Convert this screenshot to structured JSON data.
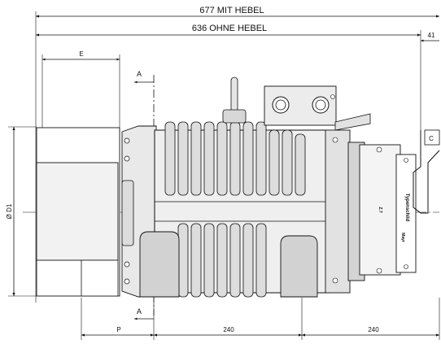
{
  "dimensions": {
    "overall_with_lever": "677 MIT HEBEL",
    "overall_without_lever": "636 OHNE HEBEL",
    "lever_offset": "41",
    "flange_depth": "E",
    "pulley_offset": "P",
    "span_1": "240",
    "span_2": "240",
    "diameter": "Ø D1"
  },
  "section_marks": {
    "top": "A",
    "bottom": "A"
  },
  "labels": {
    "nameplate": "Typenschild",
    "side_text": "Mayr",
    "small_plate": "Z.7",
    "edge_letter": "C"
  }
}
